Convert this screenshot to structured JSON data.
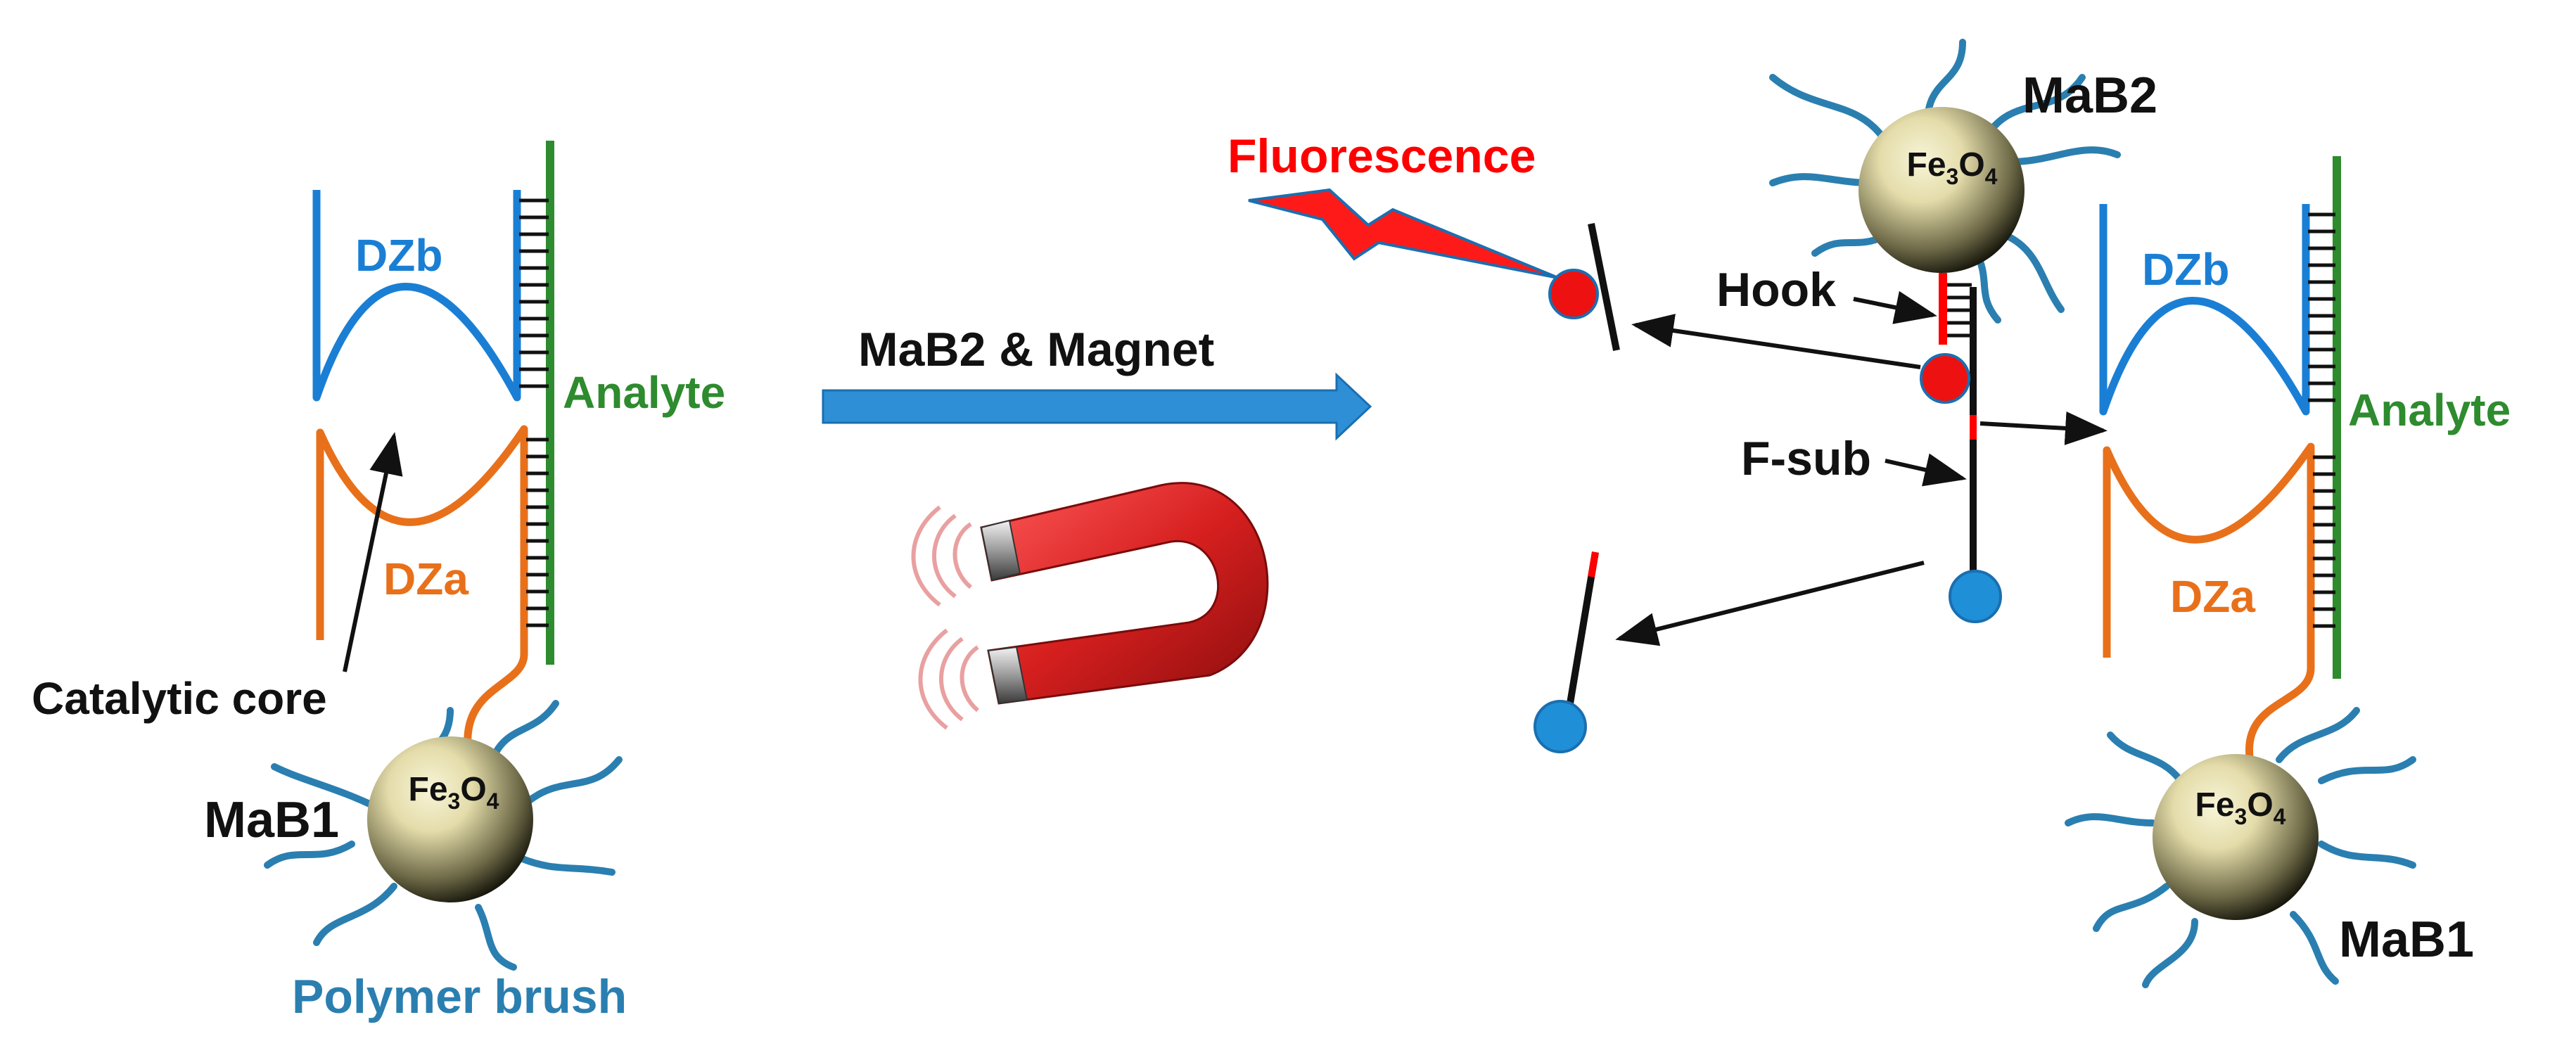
{
  "labels": {
    "dzb_left": "DZb",
    "dza_left": "DZa",
    "analyte_left": "Analyte",
    "catalytic_core": "Catalytic core",
    "mab1_left": "MaB1",
    "polymer_brush": "Polymer brush",
    "fe3o4": {
      "base1": "Fe",
      "sub1": "3",
      "base2": "O",
      "sub2": "4"
    },
    "mab2_magnet": "MaB2 & Magnet",
    "fluorescence": "Fluorescence",
    "mab2": "MaB2",
    "hook": "Hook",
    "fsub": "F-sub",
    "dzb_right": "DZb",
    "dza_right": "DZa",
    "analyte_right": "Analyte",
    "mab1_right": "MaB1"
  },
  "colors": {
    "dzb": "#1a7fd4",
    "dza": "#e8701a",
    "analyte": "#2e8b2e",
    "brush": "#2a7fb0",
    "arrow_fill": "#2f8fd6",
    "fluor": "#ff0000",
    "fluor_dot": "#ee1111",
    "fsub_dot": "#1f8fd8",
    "magnet": "#d42020",
    "bead_light": "#f4f0c8",
    "bead_dark": "#1a1a10"
  },
  "icons": {
    "magnet": "horseshoe-magnet-icon",
    "bead": "magnetic-bead-icon",
    "lightning": "lightning-bolt-icon"
  }
}
